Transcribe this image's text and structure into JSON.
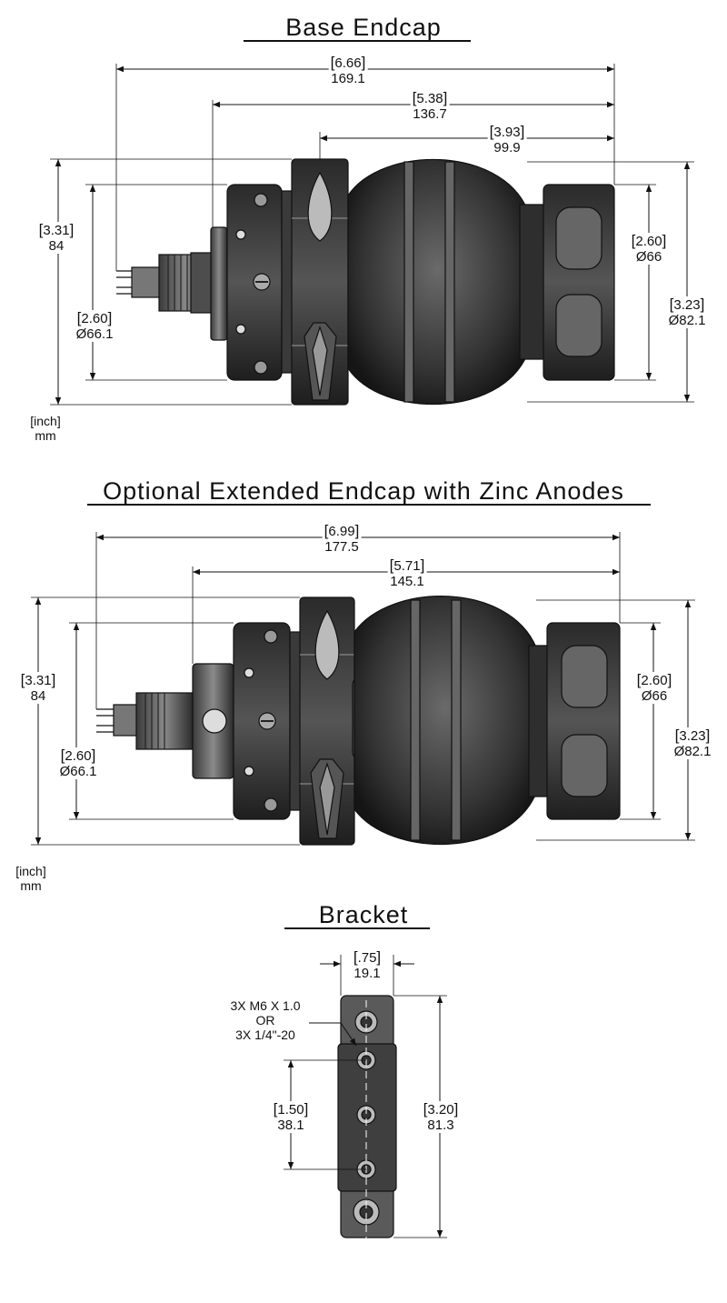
{
  "sections": [
    {
      "title": "Base Endcap"
    },
    {
      "title": "Optional Extended Endcap with Zinc Anodes"
    },
    {
      "title": "Bracket"
    }
  ],
  "units": {
    "primary": "[inch]",
    "secondary": "mm"
  },
  "base": {
    "overall": {
      "inch": "6.66",
      "mm": "169.1"
    },
    "to_flange": {
      "inch": "5.38",
      "mm": "136.7"
    },
    "to_clamp": {
      "inch": "3.93",
      "mm": "99.9"
    },
    "height_left": {
      "inch": "3.31",
      "mm": "84"
    },
    "dia_left": {
      "inch": "2.60",
      "mm": "66.1"
    },
    "dia_right": {
      "inch": "2.60",
      "mm": "66"
    },
    "dia_outer": {
      "inch": "3.23",
      "mm": "82.1"
    }
  },
  "extended": {
    "overall": {
      "inch": "6.99",
      "mm": "177.5"
    },
    "to_flange": {
      "inch": "5.71",
      "mm": "145.1"
    },
    "height_left": {
      "inch": "3.31",
      "mm": "84"
    },
    "dia_left": {
      "inch": "2.60",
      "mm": "66.1"
    },
    "dia_right": {
      "inch": "2.60",
      "mm": "66"
    },
    "dia_outer": {
      "inch": "3.23",
      "mm": "82.1"
    }
  },
  "bracket": {
    "width": {
      "inch": ".75",
      "mm": "19.1"
    },
    "spacing": {
      "inch": "1.50",
      "mm": "38.1"
    },
    "length": {
      "inch": "3.20",
      "mm": "81.3"
    },
    "thread_note": [
      "3X M6 X 1.0",
      "OR",
      "3X 1/4\"-20"
    ]
  },
  "symbols": {
    "diameter": "Ø",
    "bracket_open": "[",
    "bracket_close": "]"
  }
}
